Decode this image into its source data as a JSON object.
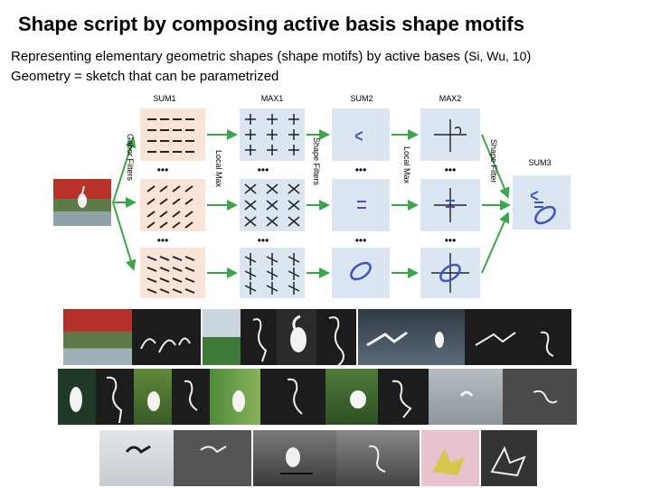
{
  "slide": {
    "title": "Shape script by composing active basis shape motifs",
    "line1_main": "Representing elementary geometric shapes (shape motifs) by active bases (",
    "line1_cite": "Si, Wu, 10",
    "line1_end": ")",
    "line2": "Geometry = sketch that can be parametrized"
  },
  "figure": {
    "labels": {
      "sum1": "SUM1",
      "max1": "MAX1",
      "sum2": "SUM2",
      "max2": "MAX2",
      "sum3": "SUM3",
      "gabor": "Gabor Filters",
      "local_max_1": "Local Max",
      "shape_filters": "Shape Filters",
      "local_max_2": "Local Max",
      "shape_filter": "Shape Filter",
      "dots": "•••"
    }
  },
  "colors": {
    "arrow_green": "#3aa64a",
    "panel_blue": "#dce6f2",
    "ellipse_blue": "#3a55c8",
    "dot_red": "#cc2222"
  }
}
